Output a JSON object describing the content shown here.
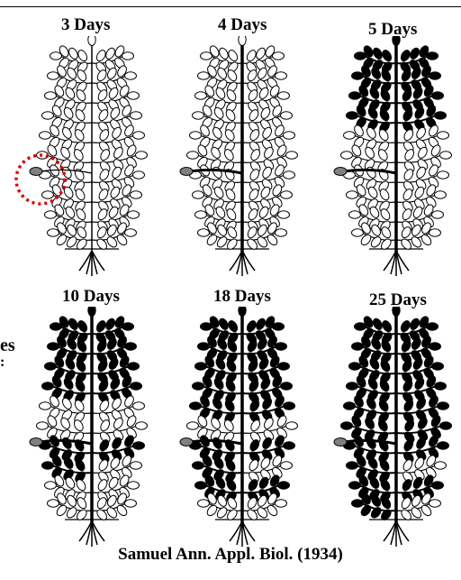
{
  "panels": [
    {
      "label": "3 Days"
    },
    {
      "label": "4 Days"
    },
    {
      "label": "5 Days"
    },
    {
      "label": "10 Days"
    },
    {
      "label": "18 Days"
    },
    {
      "label": "25 Days"
    }
  ],
  "caption": "Samuel Ann. Appl. Biol. (1934)",
  "edge_text": "es",
  "edge_text_2": ":",
  "colors": {
    "filled": "#000000",
    "outline": "#000000",
    "inoculated": "#808080",
    "marker": "#e00000"
  }
}
